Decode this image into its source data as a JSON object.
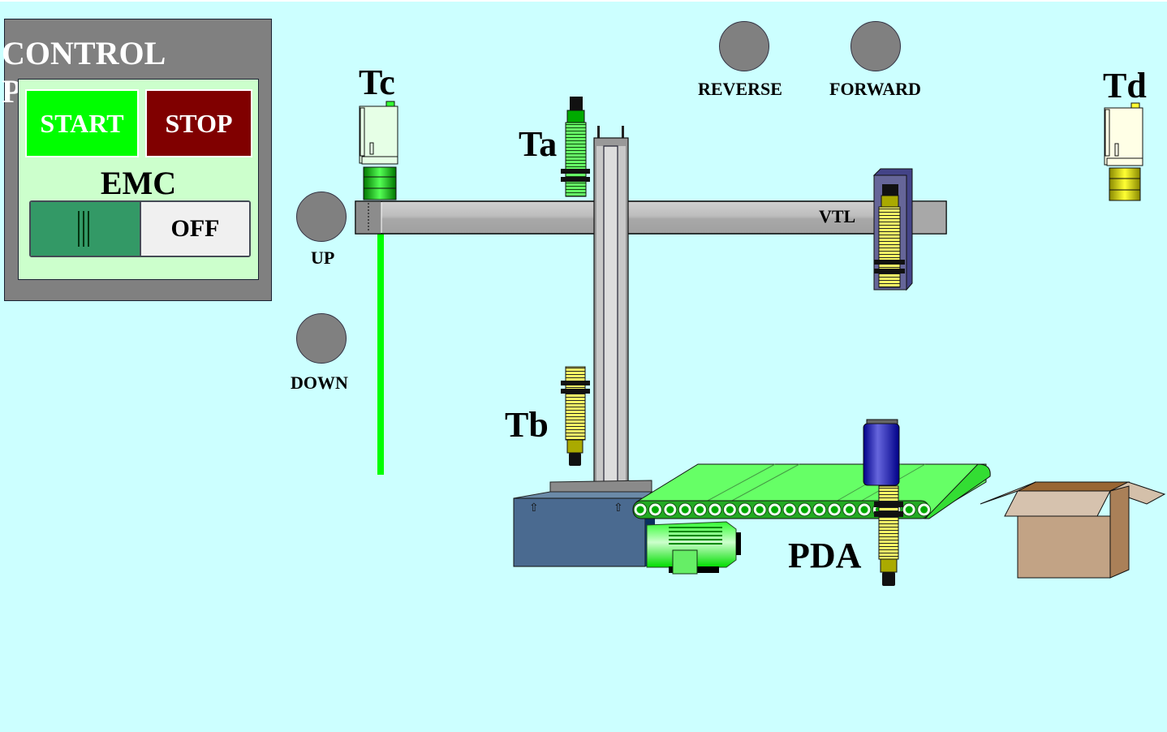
{
  "control_panel": {
    "title": "CONTROL PANEL",
    "start_label": "START",
    "stop_label": "STOP",
    "emc_label": "EMC",
    "emc_state_label": "OFF",
    "start_color": "#00ff00",
    "stop_color": "#800000"
  },
  "indicators": {
    "up": "UP",
    "down": "DOWN",
    "reverse": "REVERSE",
    "forward": "FORWARD",
    "lamp_off_color": "#808080"
  },
  "sensors": {
    "tc": "Tc",
    "ta": "Ta",
    "tb": "Tb",
    "td": "Td",
    "pda": "PDA",
    "vtl": "VTL"
  },
  "colors": {
    "background": "#ccffff",
    "beam": "#00ff00",
    "conveyor": "#66ff66"
  }
}
